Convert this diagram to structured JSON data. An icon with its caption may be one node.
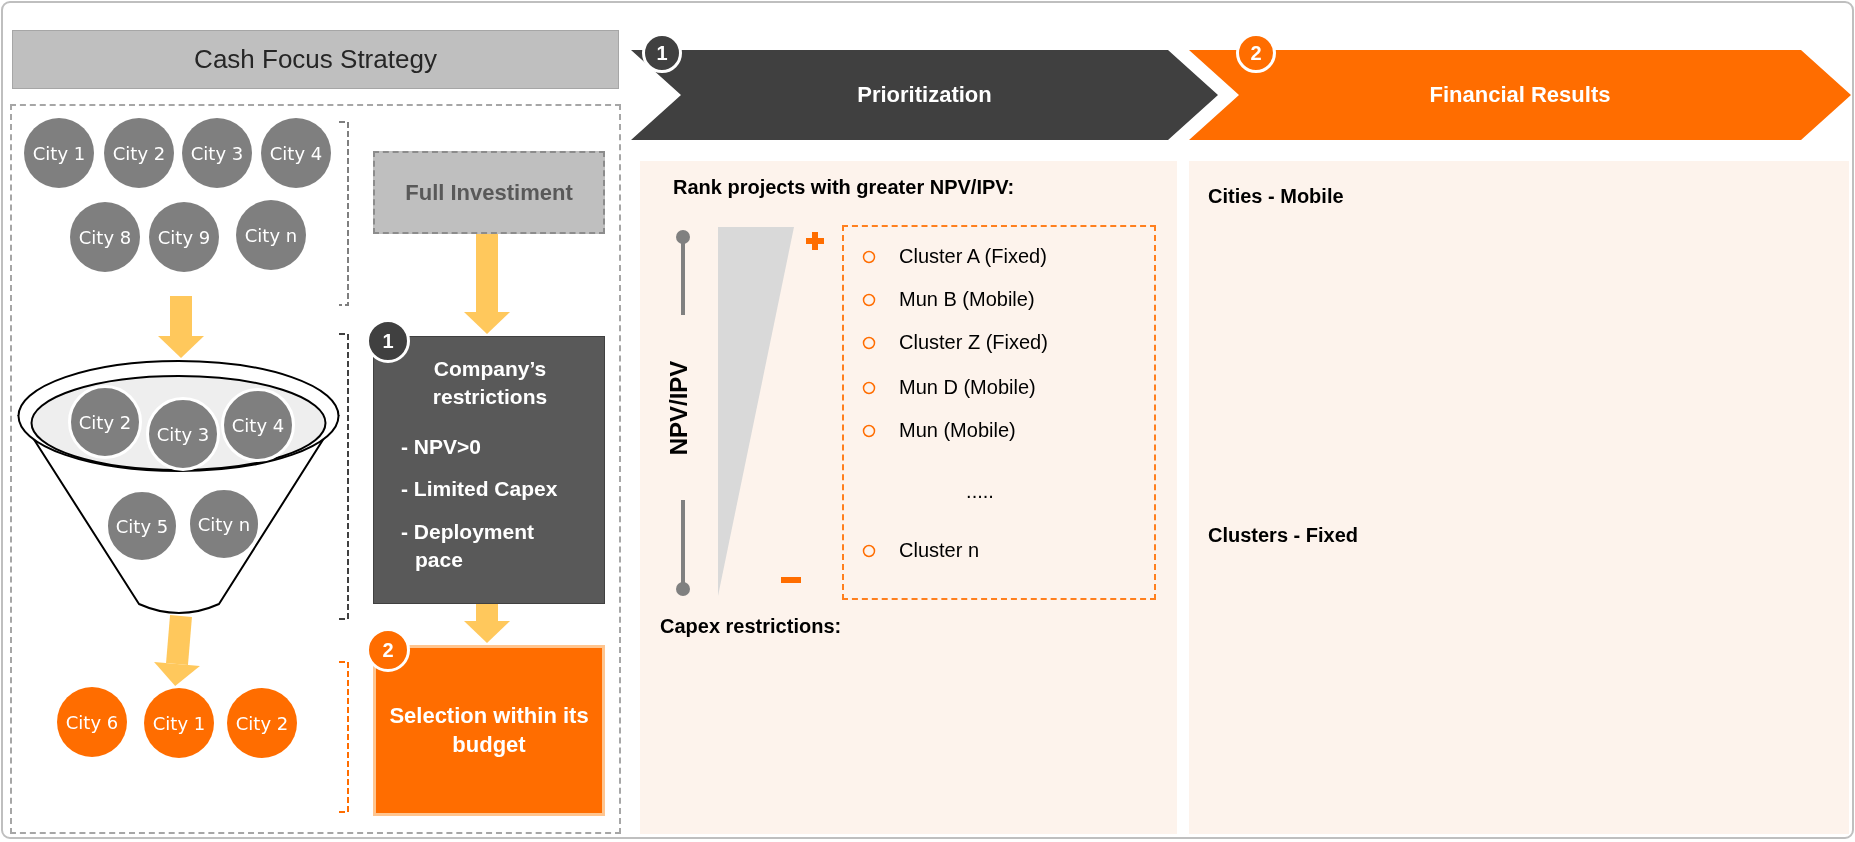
{
  "diagram": {
    "nodes": [
      {
        "text": [
          "Cash Focus Strategy"
        ]
      },
      {
        "text": [
          "1"
        ]
      },
      {
        "text": [
          "Prioritization"
        ]
      },
      {
        "text": [
          "2"
        ]
      },
      {
        "text": [
          "Financial Results"
        ]
      },
      {
        "text": [],
        "shape": "box"
      },
      {
        "text": [
          "City 1"
        ],
        "in": 5
      },
      {
        "text": [
          "City 2"
        ],
        "in": 5
      },
      {
        "text": [
          "City 3"
        ],
        "in": 5
      },
      {
        "text": [
          "City 4"
        ],
        "in": 5
      },
      {
        "text": [
          "City 8"
        ],
        "in": 5
      },
      {
        "text": [
          "City 9"
        ],
        "in": 5
      },
      {
        "text": [
          "City n"
        ],
        "in": 5
      },
      {
        "text": [],
        "shape": "funnel",
        "in": 5
      },
      {
        "text": [
          "City 2"
        ],
        "in": 5
      },
      {
        "text": [
          "City 3"
        ],
        "in": 5
      },
      {
        "text": [
          "City 4"
        ],
        "in": 5
      },
      {
        "text": [
          "City 5"
        ],
        "in": 13
      },
      {
        "text": [
          "City n"
        ],
        "in": 13
      },
      {
        "text": [
          "City 6"
        ],
        "in": 5
      },
      {
        "text": [
          "City 1"
        ],
        "in": 5
      },
      {
        "text": [
          "City 2"
        ],
        "in": 5
      },
      {
        "text": [
          "Full Investiment"
        ],
        "in": 5
      },
      {
        "text": [
          "1"
        ],
        "in": 5
      },
      {
        "text": [
          "Company’s restrictions",
          "- NPV>0",
          "- Limited Capex",
          "- Deployment pace"
        ],
        "in": 5
      },
      {
        "text": [
          "2"
        ],
        "in": 5
      },
      {
        "text": [
          "Selection within its budget"
        ],
        "in": 5
      },
      {
        "text": [
          "Rank projects with greater NPV/IPV:",
          "Capex restrictions:"
        ]
      },
      {
        "text": [
          "Cluster A (Fixed)",
          "Mun B (Mobile)",
          "Cluster Z (Fixed)",
          "Mun D (Mobile)",
          "Mun (Mobile)",
          "Cluster n"
        ],
        "in": 27
      },
      {
        "text": [
          "Cities - Mobile",
          "Clusters - Fixed"
        ]
      }
    ],
    "edges": [
      {
        "from": null,
        "to": 13,
        "arrow": "to"
      },
      {
        "from": 13,
        "to": 20,
        "arrow": "to"
      },
      {
        "from": 22,
        "to": 24,
        "arrow": "to"
      },
      {
        "from": 24,
        "to": 26,
        "arrow": "to"
      }
    ],
    "labels": [
      "NPV/IPV",
      "....."
    ]
  }
}
